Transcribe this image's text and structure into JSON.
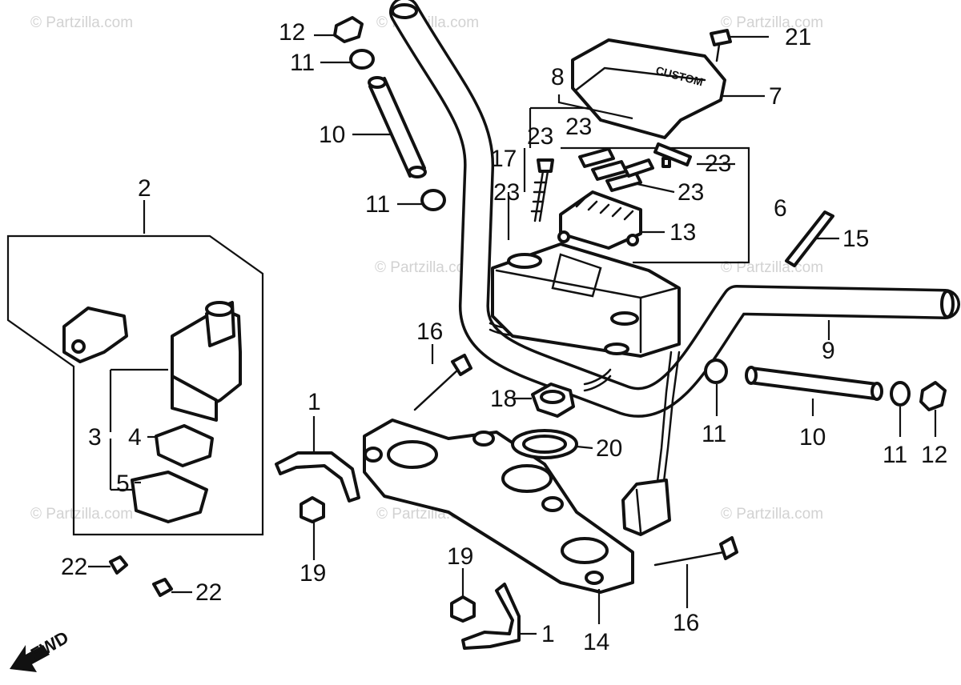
{
  "diagram": {
    "watermark": "© Partzilla.com",
    "direction_label": "FWD",
    "cover_emblem": "CUSTOM",
    "callouts": {
      "c1a": "1",
      "c1b": "1",
      "c2": "2",
      "c3": "3",
      "c4": "4",
      "c5": "5",
      "c6": "6",
      "c7": "7",
      "c8": "8",
      "c9": "9",
      "c10a": "10",
      "c10b": "10",
      "c11a": "11",
      "c11b": "11",
      "c11c": "11",
      "c11d": "11",
      "c12a": "12",
      "c12b": "12",
      "c13": "13",
      "c14": "14",
      "c15": "15",
      "c16a": "16",
      "c16b": "16",
      "c17": "17",
      "c18": "18",
      "c19a": "19",
      "c19b": "19",
      "c20": "20",
      "c21": "21",
      "c22a": "22",
      "c22b": "22",
      "c23a": "23",
      "c23b": "23",
      "c23c": "23",
      "c23d": "23",
      "c23e": "23"
    }
  }
}
